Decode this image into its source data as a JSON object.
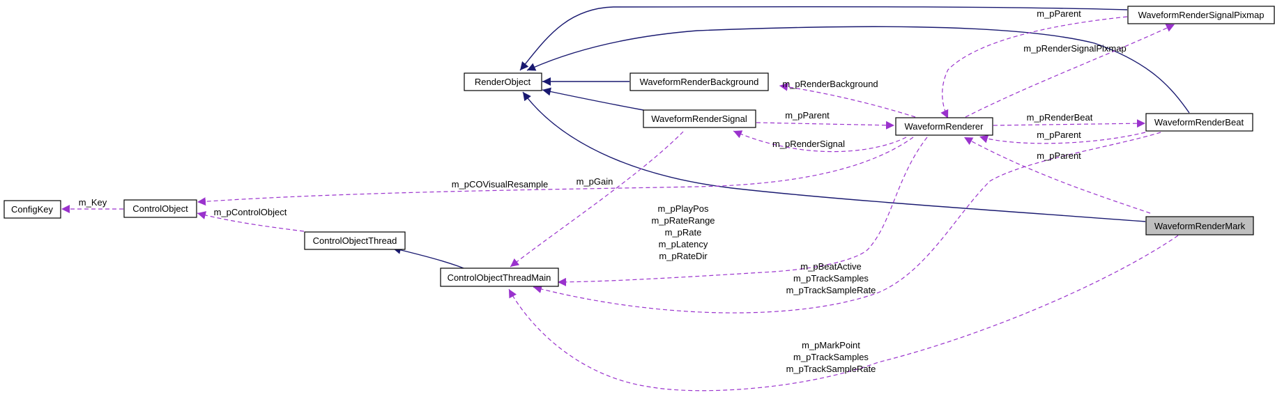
{
  "nodes": {
    "render_object": "RenderObject",
    "waveform_render_background": "WaveformRenderBackground",
    "waveform_render_signal_pixmap": "WaveformRenderSignalPixmap",
    "waveform_render_signal": "WaveformRenderSignal",
    "waveform_renderer": "WaveformRenderer",
    "waveform_render_beat": "WaveformRenderBeat",
    "waveform_render_mark": "WaveformRenderMark",
    "config_key": "ConfigKey",
    "control_object": "ControlObject",
    "control_object_thread": "ControlObjectThread",
    "control_object_thread_main": "ControlObjectThreadMain"
  },
  "labels": {
    "m_pParent": "m_pParent",
    "m_pRenderSignalPixmap": "m_pRenderSignalPixmap",
    "m_pRenderBackground": "m_pRenderBackground",
    "m_pRenderBeat": "m_pRenderBeat",
    "m_pRenderSignal": "m_pRenderSignal",
    "m_pCOVisualResample": "m_pCOVisualResample",
    "m_pGain": "m_pGain",
    "m_Key": "m_Key",
    "m_pControlObject": "m_pControlObject",
    "renderer_to_main": [
      "m_pPlayPos",
      "m_pRateRange",
      "m_pRate",
      "m_pLatency",
      "m_pRateDir"
    ],
    "beat_to_main": [
      "m_pBeatActive",
      "m_pTrackSamples",
      "m_pTrackSampleRate"
    ],
    "mark_to_main": [
      "m_pMarkPoint",
      "m_pTrackSamples",
      "m_pTrackSampleRate"
    ]
  },
  "colors": {
    "inheritance": "#191970",
    "usage": "#9a32cd",
    "highlight_fill": "#bfbfbf"
  }
}
